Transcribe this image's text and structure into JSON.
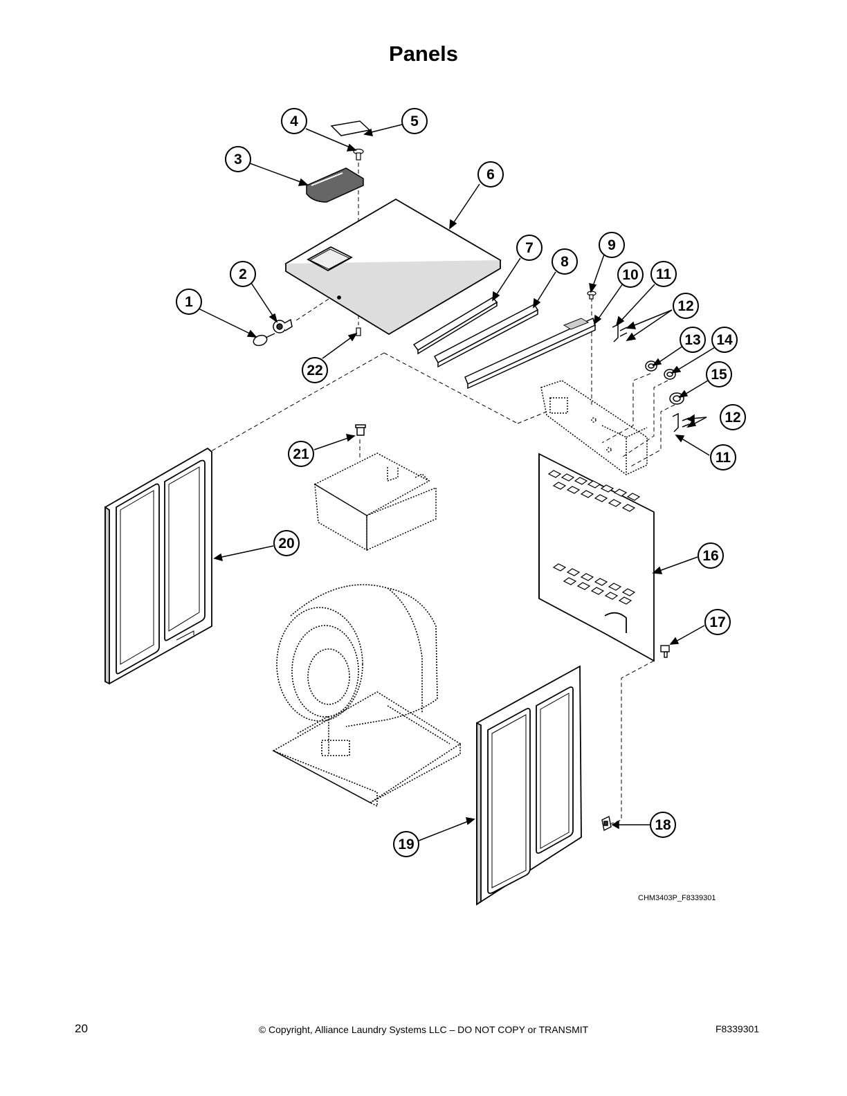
{
  "page": {
    "title": "Panels",
    "figure_code": "CHM3403P_F8339301",
    "page_number": "20",
    "copyright": "© Copyright, Alliance Laundry Systems LLC – DO NOT COPY or TRANSMIT",
    "doc_code": "F8339301"
  },
  "callouts": [
    "1",
    "2",
    "3",
    "4",
    "5",
    "6",
    "7",
    "8",
    "9",
    "10",
    "11",
    "12",
    "13",
    "14",
    "15",
    "16",
    "17",
    "18",
    "19",
    "20",
    "21",
    "22",
    "11",
    "12"
  ],
  "colors": {
    "line": "#000000",
    "fill": "#ffffff",
    "light_fill": "#eeeeee"
  }
}
